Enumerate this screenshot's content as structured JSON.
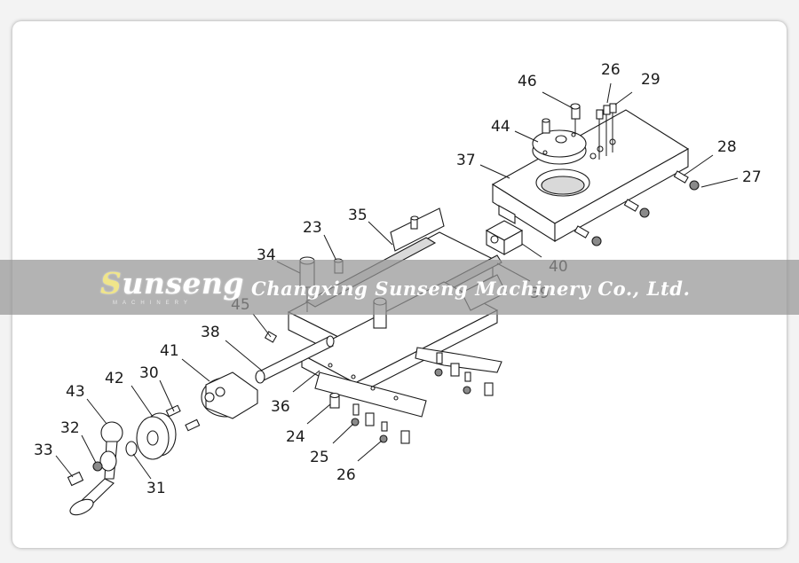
{
  "logo": {
    "first_letter": "S",
    "rest": "unseng",
    "subtitle": "MACHINERY"
  },
  "company": "Changxing Sunseng Machinery Co., Ltd.",
  "callouts": [
    "46",
    "26",
    "29",
    "44",
    "37",
    "28",
    "27",
    "35",
    "23",
    "34",
    "40",
    "39",
    "45",
    "38",
    "41",
    "30",
    "42",
    "43",
    "32",
    "33",
    "31",
    "36",
    "24",
    "25",
    "26"
  ]
}
